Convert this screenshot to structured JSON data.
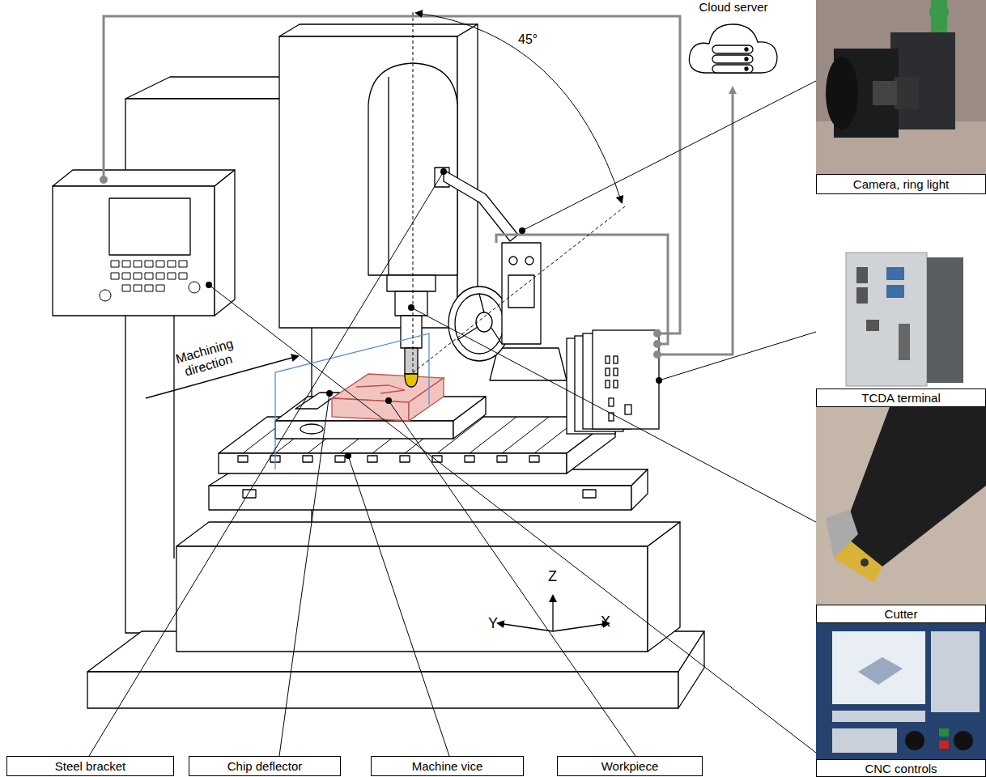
{
  "diagram": {
    "nodes": [
      {
        "text": [
          "Cloud server"
        ]
      },
      {
        "text": [
          "Camera, ring light"
        ]
      },
      {
        "text": [
          "TCDA terminal"
        ]
      },
      {
        "text": [
          "Cutter"
        ]
      },
      {
        "text": [
          "CNC controls"
        ]
      },
      {
        "text": [
          "Steel bracket"
        ]
      },
      {
        "text": [
          "Chip deflector"
        ]
      },
      {
        "text": [
          "Machine vice"
        ]
      },
      {
        "text": [
          "Workpiece"
        ]
      }
    ],
    "labels": [
      "45°",
      "Machining direction",
      "Z",
      "Y",
      "X"
    ]
  }
}
